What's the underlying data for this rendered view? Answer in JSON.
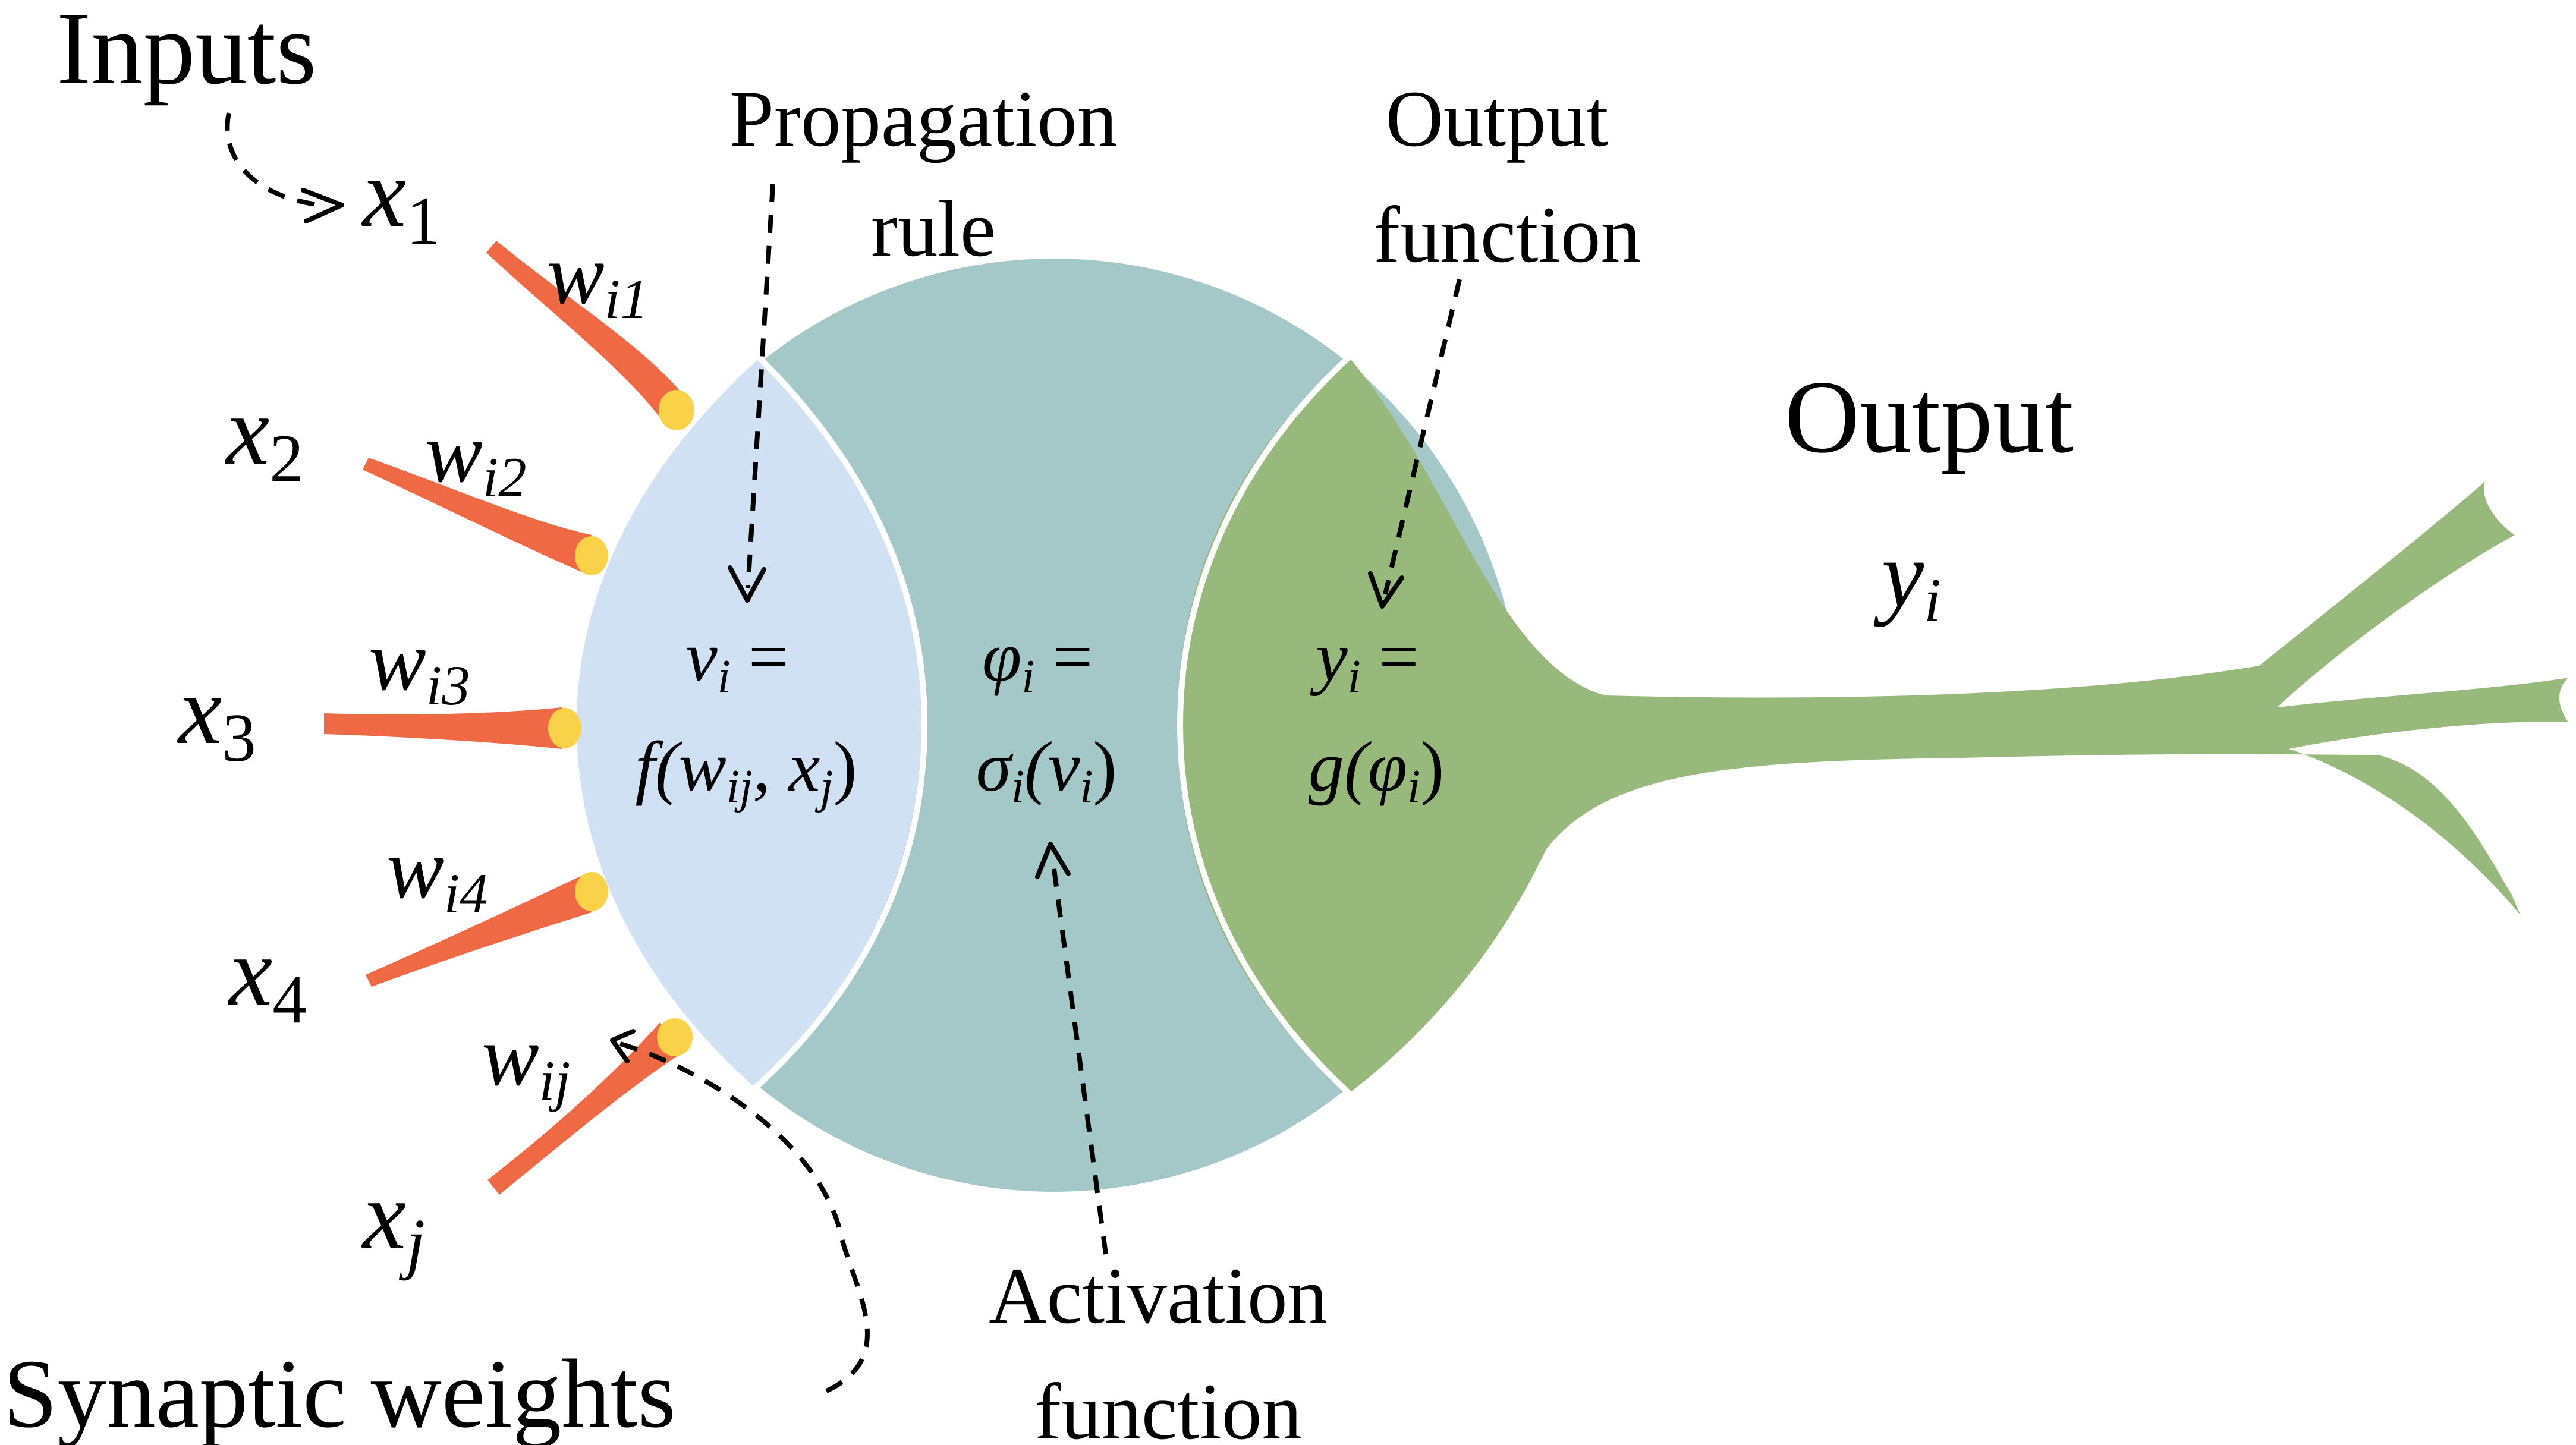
{
  "labels": {
    "inputs": "Inputs",
    "propagation_rule_line1": "Propagation",
    "propagation_rule_line2": "rule",
    "output_function_line1": "Output",
    "output_function_line2": "function",
    "output": "Output",
    "activation_function_line1": "Activation",
    "activation_function_line2": "function",
    "synaptic_weights": "Synaptic weights"
  },
  "inputs": [
    {
      "var": "x",
      "sub": "1"
    },
    {
      "var": "x",
      "sub": "2"
    },
    {
      "var": "x",
      "sub": "3"
    },
    {
      "var": "x",
      "sub": "4"
    },
    {
      "var": "x",
      "sub": "j"
    }
  ],
  "weights": [
    {
      "var": "w",
      "sub": "i1"
    },
    {
      "var": "w",
      "sub": "i2"
    },
    {
      "var": "w",
      "sub": "i3"
    },
    {
      "var": "w",
      "sub": "i4"
    },
    {
      "var": "w",
      "sub": "ij"
    }
  ],
  "equations": {
    "propagation_top": "ν",
    "propagation_top_sub": "i",
    "propagation_top_eq": " =",
    "propagation_bottom": "f(w",
    "propagation_bottom_sub1": "ij",
    "propagation_bottom_mid": ", x",
    "propagation_bottom_sub2": "j",
    "propagation_bottom_end": ")",
    "activation_top": "φ",
    "activation_top_sub": "i",
    "activation_top_eq": " =",
    "activation_bottom": "σ",
    "activation_bottom_sub": "i",
    "activation_bottom_mid": "(ν",
    "activation_bottom_sub2": "i",
    "activation_bottom_end": ")",
    "output_top": "y",
    "output_top_sub": "i",
    "output_top_eq": " =",
    "output_bottom": "g(φ",
    "output_bottom_sub": "i",
    "output_bottom_end": ")",
    "output_var": "y",
    "output_var_sub": "i"
  },
  "colors": {
    "dendrite": "#ef6a44",
    "synapse": "#f9d24a",
    "propagation_region": "#d0e1f3",
    "activation_region": "#a4c8c7",
    "output_region": "#98b97c",
    "divider": "#ffffff"
  }
}
